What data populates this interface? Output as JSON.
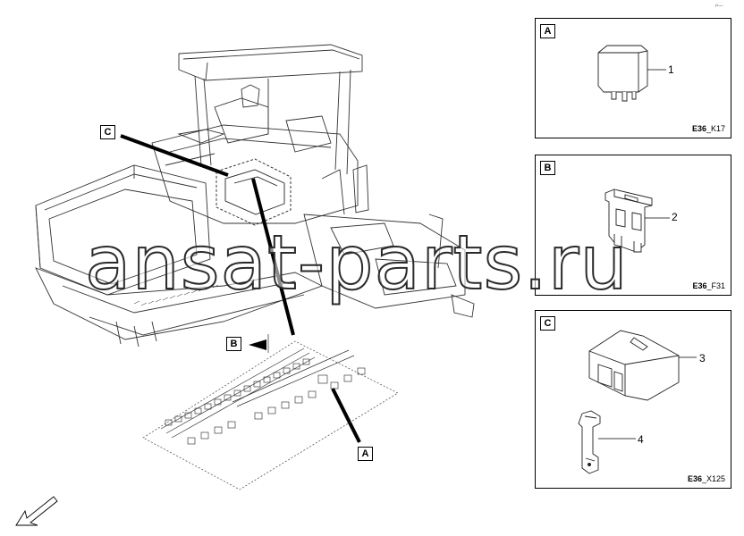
{
  "callouts": {
    "main_c": "C",
    "main_b": "B",
    "main_a": "A"
  },
  "panels": [
    {
      "tag": "A",
      "part_number": "1",
      "code_bold": "E36",
      "code_rest": "_K17"
    },
    {
      "tag": "B",
      "part_number": "2",
      "code_bold": "E36",
      "code_rest": "_F31"
    },
    {
      "tag": "C",
      "part_numbers": [
        "3",
        "4"
      ],
      "code_bold": "E36",
      "code_rest": "_X125"
    }
  ],
  "watermark": "ansat-parts.ru",
  "top_mark": "r²—"
}
